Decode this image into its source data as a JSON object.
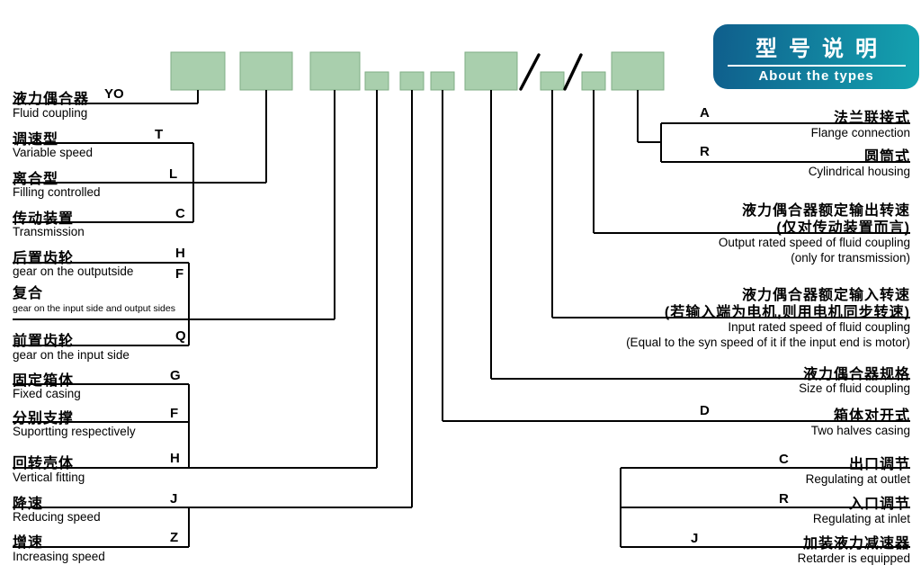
{
  "badge": {
    "title_cn": "型号说明",
    "subtitle_en": "About the types"
  },
  "colors": {
    "box_fill": "#a9cfad",
    "box_stroke": "#7fae85",
    "line": "#000000",
    "badge_gradient_start": "#0f5e8c",
    "badge_gradient_end": "#14a3b0",
    "badge_text": "#ffffff"
  },
  "left_entries": [
    {
      "cn": "液力偶合器",
      "code": "YO",
      "en": "Fluid coupling"
    },
    {
      "cn": "调速型",
      "code": "T",
      "en": "Variable speed"
    },
    {
      "cn": "离合型",
      "code": "L",
      "en": "Filling controlled"
    },
    {
      "cn": "传动装置",
      "code": "C",
      "en": "Transmission"
    },
    {
      "cn": "后置齿轮",
      "code": "H",
      "en": "gear on the outputside"
    },
    {
      "cn": "复合",
      "code": "F",
      "en": "gear on the input side and output sides"
    },
    {
      "cn": "前置齿轮",
      "code": "Q",
      "en": "gear on the input side"
    },
    {
      "cn": "固定箱体",
      "code": "G",
      "en": "Fixed casing"
    },
    {
      "cn": "分别支撑",
      "code": "F",
      "en": "Suportting respectively"
    },
    {
      "cn": "回转壳体",
      "code": "H",
      "en": "Vertical fitting"
    },
    {
      "cn": "降速",
      "code": "J",
      "en": "Reducing speed"
    },
    {
      "cn": "增速",
      "code": "Z",
      "en": "Increasing speed"
    }
  ],
  "right_entries": [
    {
      "code": "A",
      "cn": "法兰联接式",
      "en": "Flange connection"
    },
    {
      "code": "R",
      "cn": "圆筒式",
      "en": "Cylindrical housing"
    },
    {
      "cn": "液力偶合器额定输出转速",
      "cn2": "(仅对传动装置而言)",
      "en": "Output rated speed of fluid coupling",
      "en2": "(only for transmission)"
    },
    {
      "cn": "液力偶合器额定输入转速",
      "cn2": "(若输入端为电机,则用电机同步转速)",
      "en": "Input rated speed of fluid coupling",
      "en2": "(Equal to the syn speed of it if the input end is motor)"
    },
    {
      "cn": "液力偶合器规格",
      "en": "Size of fluid coupling"
    },
    {
      "code": "D",
      "cn": "箱体对开式",
      "en": "Two halves casing"
    },
    {
      "code": "C",
      "cn": "出口调节",
      "en": "Regulating at outlet"
    },
    {
      "code": "R",
      "cn": "入口调节",
      "en": "Regulating at inlet"
    },
    {
      "code": "J",
      "cn": "加装液力减速器",
      "en": "Retarder is equipped"
    }
  ]
}
